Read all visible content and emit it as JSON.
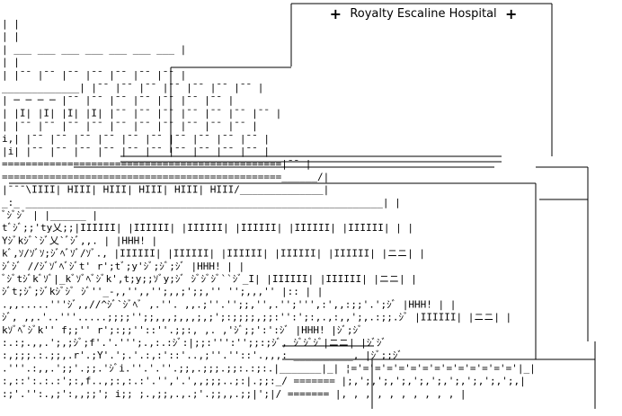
{
  "sign": {
    "left_cross": "+",
    "name": "Royalty Escaline Hospital",
    "right_cross": "+"
  },
  "art_lines": [
    "                                  |                              |",
    "                                  |                              |",
    "                                  |  ___ ___ ___ ___ ___ ___ ___ |",
    "                                  |                              |",
    "                                  |  |¯¯ |¯¯ |¯¯ |¯¯ |¯¯ |¯¯ |¯¯ |",
    "                    _____________|  |¯¯ |¯¯ |¯¯ |¯¯ |¯¯ |¯¯ |¯¯ |",
    "                   |  ─  ─  ─  ─   |¯¯ |¯¯ |¯¯ |¯¯ |¯¯ |¯¯ |¯¯ |",
    "                   | |I| |I| |I| |I|  |¯¯ |¯¯ |¯¯ |¯¯ |¯¯ |¯¯ |¯¯ |",
    "                   |  |¯¯  |¯¯  |¯¯  |¯¯ |¯¯ |¯¯ |¯¯ |¯¯ |¯¯ |¯¯ |",
    "                 i,|  |¯¯  |¯¯  |¯¯  |¯¯ |¯¯ |¯¯ |¯¯ |¯¯ |¯¯ |¯¯ |",
    "                 |i|  |¯¯  |¯¯  |¯¯  |¯¯ |¯¯ |¯¯ |¯¯ |¯¯ |¯¯ |¯¯ |",
    "            ===============================================|¯¯   |",
    "            ===============================================______/|",
    "        |¯¯¯\\IIII| HIII| HIII| HIII| HIII| HIII/______________|",
    "_:_     ____________________________________________________________|  |",
    "ﾞｼﾞｼﾞ  |                                                     |______ |",
    "tﾞｼﾞ;;'ty乂;;|IIIIII| |IIIIII| |IIIIII| |IIIIII| |IIIIII| |IIIIII| |      |",
    "Yｼﾞkｼﾞ`ｼﾞ乂`ﾞｼﾞ,,. |                                               |HHH! |",
    "kﾞ,ｿ/ｿﾞｿ;ｼﾞﾍﾞｿﾞ/ｿﾞ., |IIIIII| |IIIIII| |IIIIII| |IIIIII| |IIIIII| |ニニ| |",
    "ｼﾞｼﾞ //ｼﾞｿﾞﾍﾞｼﾞt' r';tﾞ;y'ｼﾞ;ｼﾞ;ｼﾞ         |HHH! |  |",
    "ﾞｼﾞtｼﾞkﾞｿﾞ|_kﾞｿﾞﾍﾞｼﾞk',t;y;;ｿﾞy;ｼﾞ ｼﾞｼﾞｼﾞ``ｼﾞ_I| |IIIIII| |IIIIII| |ニニ|  |",
    "ｼﾞt;ｼﾞ;ｼﾞkｼﾞｼﾞ ｼﾞ''_-,,'',,'';,,;';;,'' '';,,,'' |:: |  |",
    ".,,.....'''ｼﾞ,,//^ｼﾞ`ｼﾞﾍﾞ ,.''. ,,.;''.'';;,'',.'';''',:',,:;;'.';ｼﾞ |HHH! |  |",
    "ｼﾞ,  ,,.'..'''.....;;;;'';;,,,;,,,;,;';:;;;;,;;:'':';:,.,:,,';,.:;;.ｼﾞ |IIIIII| |ニニ| |",
    "kｿﾞﾍﾞｼﾞk'' f;;'' r';:;;''::''.;;:, ,. ,'ｼﾞ;;':':ｼﾞ |HHH!  |ｼﾞ;ｼﾞ",
    ":.:;.,,.';,;ｼﾞ;f'.'.''';.,:.:ｼﾞ:|;;:''':'';;:;ｼﾞ, ｼﾞｼﾞｼﾞ|ニニ|  |ｼﾞｼﾞ",
    ":,;;;.:.;;,.r'.;Y'.';.'.:,:'::'..,;''.''::'.,,,:  __________,  |ｼﾞ;;ｼﾞ",
    ".'''.:,,.';;'.;;.'ｼﾞi.''.'.''.;;,.;;;.;;:.:;:.|_______|_| ¦='='='='='='='='='='='='='='|_|",
    ":,::':.:.:';:,f..,;:,:.:'.'','.',,;;;..;:|.;;:_/ ======= |;,';,';,';,';,';,';,';,';,';,|",
    ":;'.'':.,;':,,;;'; i;; ;.,;;,.,.;'.;;,,.;;|';|/  ======= |,  ,  ,  ,  ,  ,  ,  ,  ,  , |"
  ]
}
